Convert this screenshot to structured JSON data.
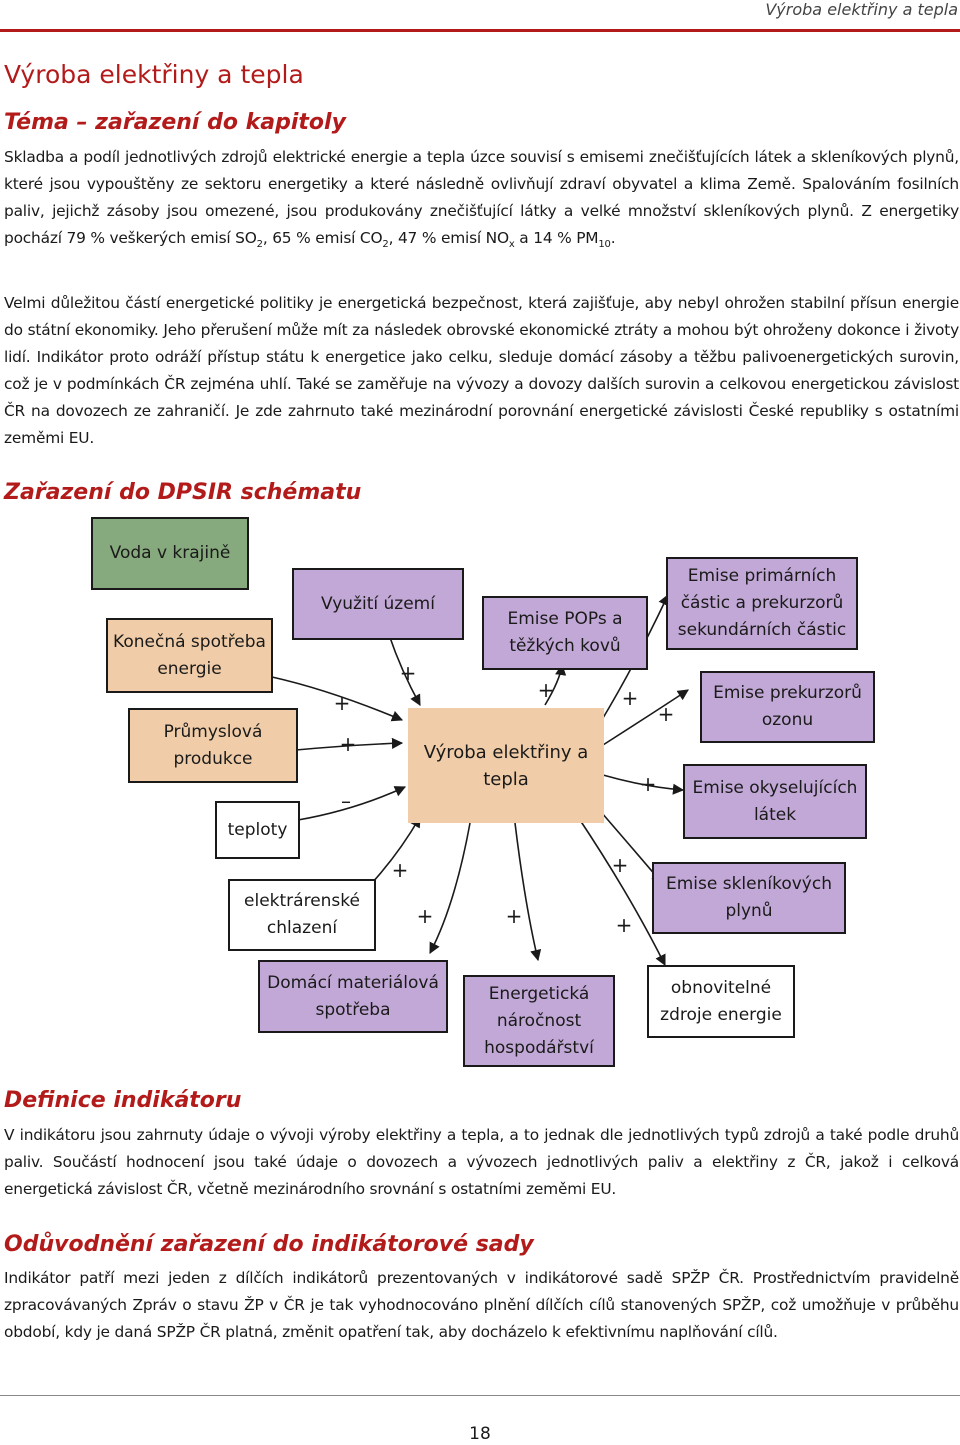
{
  "header": {
    "running_title": "Výroba elektřiny a tepla"
  },
  "page_title": "Výroba elektřiny a tepla",
  "sections": {
    "tema": {
      "heading": "Téma – zařazení do kapitoly",
      "p1_a": "Skladba a podíl jednotlivých zdrojů elektrické energie a tepla úzce souvisí s emisemi znečišťujících látek a skleníkových plynů, které jsou vypouštěny ze sektoru energetiky a které následně ovlivňují zdraví obyvatel a klima Země. Spalováním fosilních paliv, jejichž zásoby jsou omezené, jsou produkovány znečišťující látky a velké množství skleníkových plynů. Z energetiky pochází 79 % veškerých emisí SO",
      "sub_so2": "2",
      "p1_b": ", 65 % emisí CO",
      "sub_co2": "2",
      "p1_c": ", 47 % emisí NO",
      "sub_nox": "x",
      "p1_d": " a 14 % PM",
      "sub_pm": "10",
      "p1_e": ".",
      "p2": "Velmi důležitou částí energetické politiky je energetická bezpečnost, která zajišťuje, aby nebyl ohrožen stabilní přísun energie do státní ekonomiky. Jeho přerušení může mít za následek obrovské ekonomické ztráty a mohou být ohroženy dokonce i životy lidí. Indikátor proto odráží přístup státu k energetice jako celku, sleduje domácí zásoby a těžbu palivoenergetických surovin, což je v podmínkách ČR zejména uhlí. Také se zaměřuje na vývozy a dovozy dalších surovin a celkovou energetickou závislost ČR na dovozech ze zahraničí. Je zde zahrnuto také mezinárodní porovnání energetické závislosti České republiky s ostatními zeměmi EU."
    },
    "dpsir": {
      "heading": "Zařazení do DPSIR schématu"
    },
    "definice": {
      "heading": "Definice indikátoru",
      "p": "V indikátoru jsou zahrnuty údaje o vývoji výroby elektřiny a tepla, a to jednak dle jednotlivých typů zdrojů a také podle druhů paliv. Součástí hodnocení jsou také údaje o dovozech a vývozech jednotlivých paliv a elektřiny z ČR, jakož i celková energetická závislost ČR, včetně mezinárodního srovnání s ostatními zeměmi EU."
    },
    "oduvodneni": {
      "heading": "Odůvodnění zařazení do indikátorové sady",
      "p": "Indikátor patří mezi jeden z dílčích indikátorů prezentovaných v indikátorové sadě SPŽP ČR. Prostřednictvím pravidelně zpracovávaných Zpráv o stavu ŽP v ČR je tak vyhodnocováno plnění dílčích cílů stanovených SPŽP, což umožňuje v průběhu období, kdy je daná SPŽP ČR platná, změnit opatření tak, aby docházelo k efektivnímu naplňování cílů."
    }
  },
  "diagram": {
    "center": "Výroba elektřiny a tepla",
    "voda": "Voda v krajině",
    "konecna": "Konečná spotřeba energie",
    "prumyslova": "Průmyslová produkce",
    "teploty": "teploty",
    "chlazeni": "elektrárenské chlazení",
    "vyuziti": "Využití území",
    "pops": "Emise POPs a těžkých kovů",
    "primarnich": "Emise primárních částic a prekurzorů sekundárních částic",
    "ozonu": "Emise prekurzorů ozonu",
    "okyselujicich": "Emise okyselujících látek",
    "sklenikovych": "Emise skleníkových plynů",
    "domaci": "Domácí materiálová spotřeba",
    "narocnost": "Energetická náročnost hospodářství",
    "obnovitelne": "obnovitelné zdroje energie",
    "sign_plus": "+",
    "sign_minus": "–"
  },
  "footer": {
    "page_number": "18"
  },
  "colors": {
    "accent": "#b31b1b",
    "green_box": "#86a97d",
    "peach_box": "#f0cda8",
    "purple_box": "#c2a8d6"
  }
}
